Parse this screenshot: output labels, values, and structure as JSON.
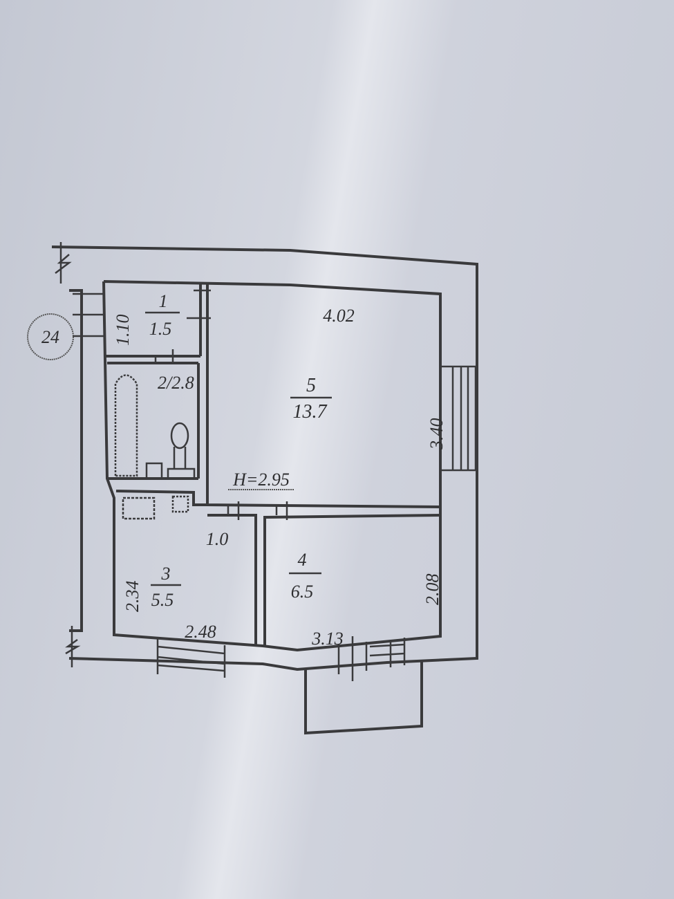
{
  "plan": {
    "apartment_number": "24",
    "ceiling_height": "H=2.95",
    "rooms": [
      {
        "number": "1",
        "area": "1.5"
      },
      {
        "number": "2",
        "area": "2.8",
        "label": "2/2.8"
      },
      {
        "number": "3",
        "area": "5.5"
      },
      {
        "number": "4",
        "area": "6.5"
      },
      {
        "number": "5",
        "area": "13.7"
      }
    ],
    "dimensions": {
      "room1_height": "1.10",
      "room5_width": "4.02",
      "room5_height": "3.40",
      "room3_width": "2.48",
      "room3_height": "2.34",
      "room3_corridor": "1.0",
      "room4_width": "3.13",
      "room4_height": "2.08"
    }
  }
}
